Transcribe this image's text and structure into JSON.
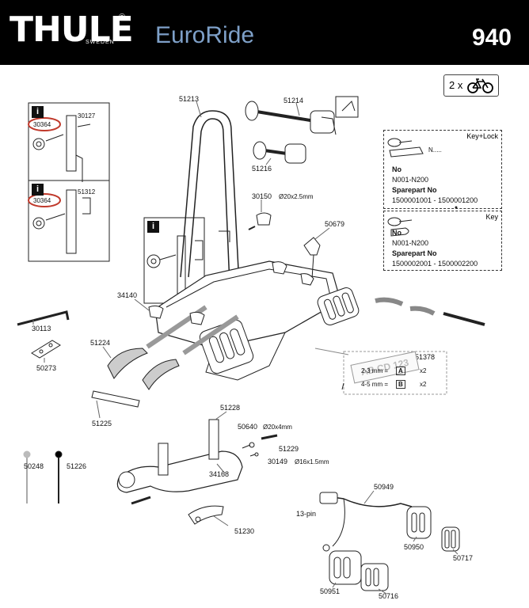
{
  "header": {
    "brand": "THULE",
    "brand_sub": "SWEDEN",
    "registered": "®",
    "product": "EuroRide",
    "model": "940"
  },
  "quantity": {
    "label": "2 x"
  },
  "info_badge": "i",
  "parts": {
    "p30127": "30127",
    "p30364a": "30364",
    "p51312": "51312",
    "p30364b": "30364",
    "p51213": "51213",
    "p51214": "51214",
    "p51216": "51216",
    "p30150": "30150",
    "p30150_spec": "Ø20x2.5mm",
    "p50679": "50679",
    "p34140": "34140",
    "p30113": "30113",
    "p50273": "50273",
    "p51224": "51224",
    "p51225": "51225",
    "p51378": "51378",
    "p51228": "51228",
    "p50640": "50640",
    "p50640_spec": "Ø20x4mm",
    "p51229": "51229",
    "p30149": "30149",
    "p30149_spec": "Ø16x1.5mm",
    "p34168": "34168",
    "p51230": "51230",
    "p50248": "50248",
    "p51226": "51226",
    "p50949": "50949",
    "pin_label": "13-pin",
    "p50950": "50950",
    "p50717": "50717",
    "p50951": "50951",
    "p50716": "50716"
  },
  "key_lock": {
    "title": "Key+Lock",
    "code_prefix": "N.....",
    "no_label": "No",
    "no_range": "N001-N200",
    "spare_label": "Sparepart No",
    "spare_range": "1500001001 - 1500001200"
  },
  "key": {
    "title": "Key",
    "no_label": "No",
    "no_range": "N001-N200",
    "spare_label": "Sparepart No",
    "spare_range": "1500002001 - 1500002200"
  },
  "plate_spacers": {
    "plate_text": "AB CD 123",
    "row1_size": "2-3 mm =",
    "row1_letter": "A",
    "row1_qty": "x2",
    "row2_size": "4-5 mm =",
    "row2_letter": "B",
    "row2_qty": "x2"
  },
  "colors": {
    "header_bg": "#000000",
    "product_text": "#7ea0c8",
    "highlight_circle": "#c0392b"
  }
}
